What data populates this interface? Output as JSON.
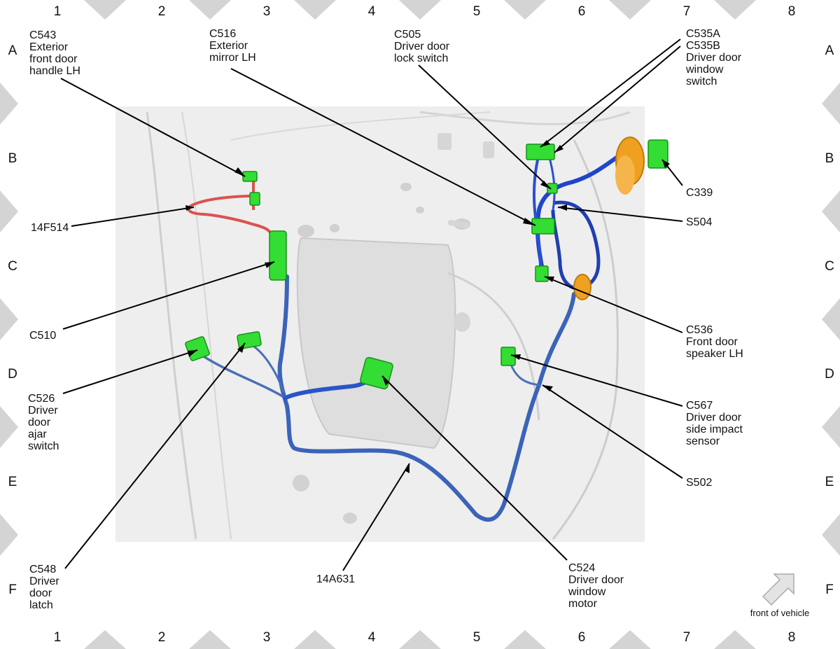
{
  "grid": {
    "columns": [
      "1",
      "2",
      "3",
      "4",
      "5",
      "6",
      "7",
      "8"
    ],
    "rows": [
      "A",
      "B",
      "C",
      "D",
      "E",
      "F"
    ]
  },
  "labels": [
    {
      "id": "c543",
      "lines": [
        "C543",
        "Exterior",
        "front door",
        "handle LH"
      ]
    },
    {
      "id": "c516",
      "lines": [
        "C516",
        "Exterior",
        "mirror LH"
      ]
    },
    {
      "id": "c505",
      "lines": [
        "C505",
        "Driver door",
        "lock switch"
      ]
    },
    {
      "id": "c535",
      "lines": [
        "C535A",
        "C535B",
        "Driver door",
        "window",
        "switch"
      ]
    },
    {
      "id": "c339",
      "lines": [
        "C339"
      ]
    },
    {
      "id": "s504",
      "lines": [
        "S504"
      ]
    },
    {
      "id": "f514",
      "lines": [
        "14F514"
      ]
    },
    {
      "id": "c510",
      "lines": [
        "C510"
      ]
    },
    {
      "id": "c536",
      "lines": [
        "C536",
        "Front door",
        "speaker LH"
      ]
    },
    {
      "id": "c526",
      "lines": [
        "C526",
        "Driver",
        "door",
        "ajar",
        "switch"
      ]
    },
    {
      "id": "c567",
      "lines": [
        "C567",
        "Driver door",
        "side impact",
        "sensor"
      ]
    },
    {
      "id": "s502",
      "lines": [
        "S502"
      ]
    },
    {
      "id": "c548",
      "lines": [
        "C548",
        "Driver",
        "door",
        "latch"
      ]
    },
    {
      "id": "a631",
      "lines": [
        "14A631"
      ]
    },
    {
      "id": "c524",
      "lines": [
        "C524",
        "Driver door",
        "window",
        "motor"
      ]
    }
  ],
  "front_of_vehicle": "front of vehicle",
  "colors": {
    "connector": "#33dd33",
    "harness_main": "#3b63b8",
    "harness_alt": "#1f45c8",
    "harness_red": "#d9534f",
    "grommet": "#f0a020",
    "panel": "#e9e9e9",
    "frame_diamond": "#d4d4d4"
  }
}
